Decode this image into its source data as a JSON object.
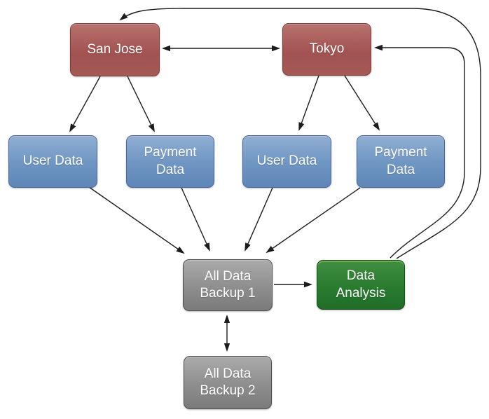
{
  "diagram": {
    "type": "architecture-flow-diagram",
    "background": "#ffffff",
    "edge_color": "#1c1c1c",
    "nodes": {
      "san_jose": {
        "label": "San Jose",
        "role": "datacenter",
        "fill": "#a15251"
      },
      "tokyo": {
        "label": "Tokyo",
        "role": "datacenter",
        "fill": "#a15251"
      },
      "user_data_west": {
        "label": "User Data",
        "role": "datastore",
        "fill": "#7097c4"
      },
      "payment_data_west": {
        "label": "Payment Data",
        "role": "datastore",
        "fill": "#7097c4"
      },
      "user_data_east": {
        "label": "User Data",
        "role": "datastore",
        "fill": "#7097c4"
      },
      "payment_data_east": {
        "label": "Payment Data",
        "role": "datastore",
        "fill": "#7097c4"
      },
      "backup_1": {
        "label": "All Data Backup 1",
        "role": "backup",
        "fill": "#909090"
      },
      "data_analysis": {
        "label": "Data Analysis",
        "role": "analytics",
        "fill": "#2b7d31"
      },
      "backup_2": {
        "label": "All Data Backup 2",
        "role": "backup",
        "fill": "#909090"
      }
    },
    "edges": [
      {
        "from": "san_jose",
        "to": "tokyo",
        "bidirectional": true,
        "style": "straight"
      },
      {
        "from": "san_jose",
        "to": "user_data_west",
        "bidirectional": false,
        "style": "straight"
      },
      {
        "from": "san_jose",
        "to": "payment_data_west",
        "bidirectional": false,
        "style": "straight"
      },
      {
        "from": "tokyo",
        "to": "user_data_east",
        "bidirectional": false,
        "style": "straight"
      },
      {
        "from": "tokyo",
        "to": "payment_data_east",
        "bidirectional": false,
        "style": "straight"
      },
      {
        "from": "user_data_west",
        "to": "backup_1",
        "bidirectional": false,
        "style": "straight"
      },
      {
        "from": "payment_data_west",
        "to": "backup_1",
        "bidirectional": false,
        "style": "straight"
      },
      {
        "from": "user_data_east",
        "to": "backup_1",
        "bidirectional": false,
        "style": "straight"
      },
      {
        "from": "payment_data_east",
        "to": "backup_1",
        "bidirectional": false,
        "style": "straight"
      },
      {
        "from": "backup_1",
        "to": "data_analysis",
        "bidirectional": false,
        "style": "straight"
      },
      {
        "from": "backup_1",
        "to": "backup_2",
        "bidirectional": true,
        "style": "straight"
      },
      {
        "from": "data_analysis",
        "to": "tokyo",
        "bidirectional": false,
        "style": "curved-right"
      },
      {
        "from": "data_analysis",
        "to": "san_jose",
        "bidirectional": false,
        "style": "curved-right-top"
      }
    ]
  }
}
